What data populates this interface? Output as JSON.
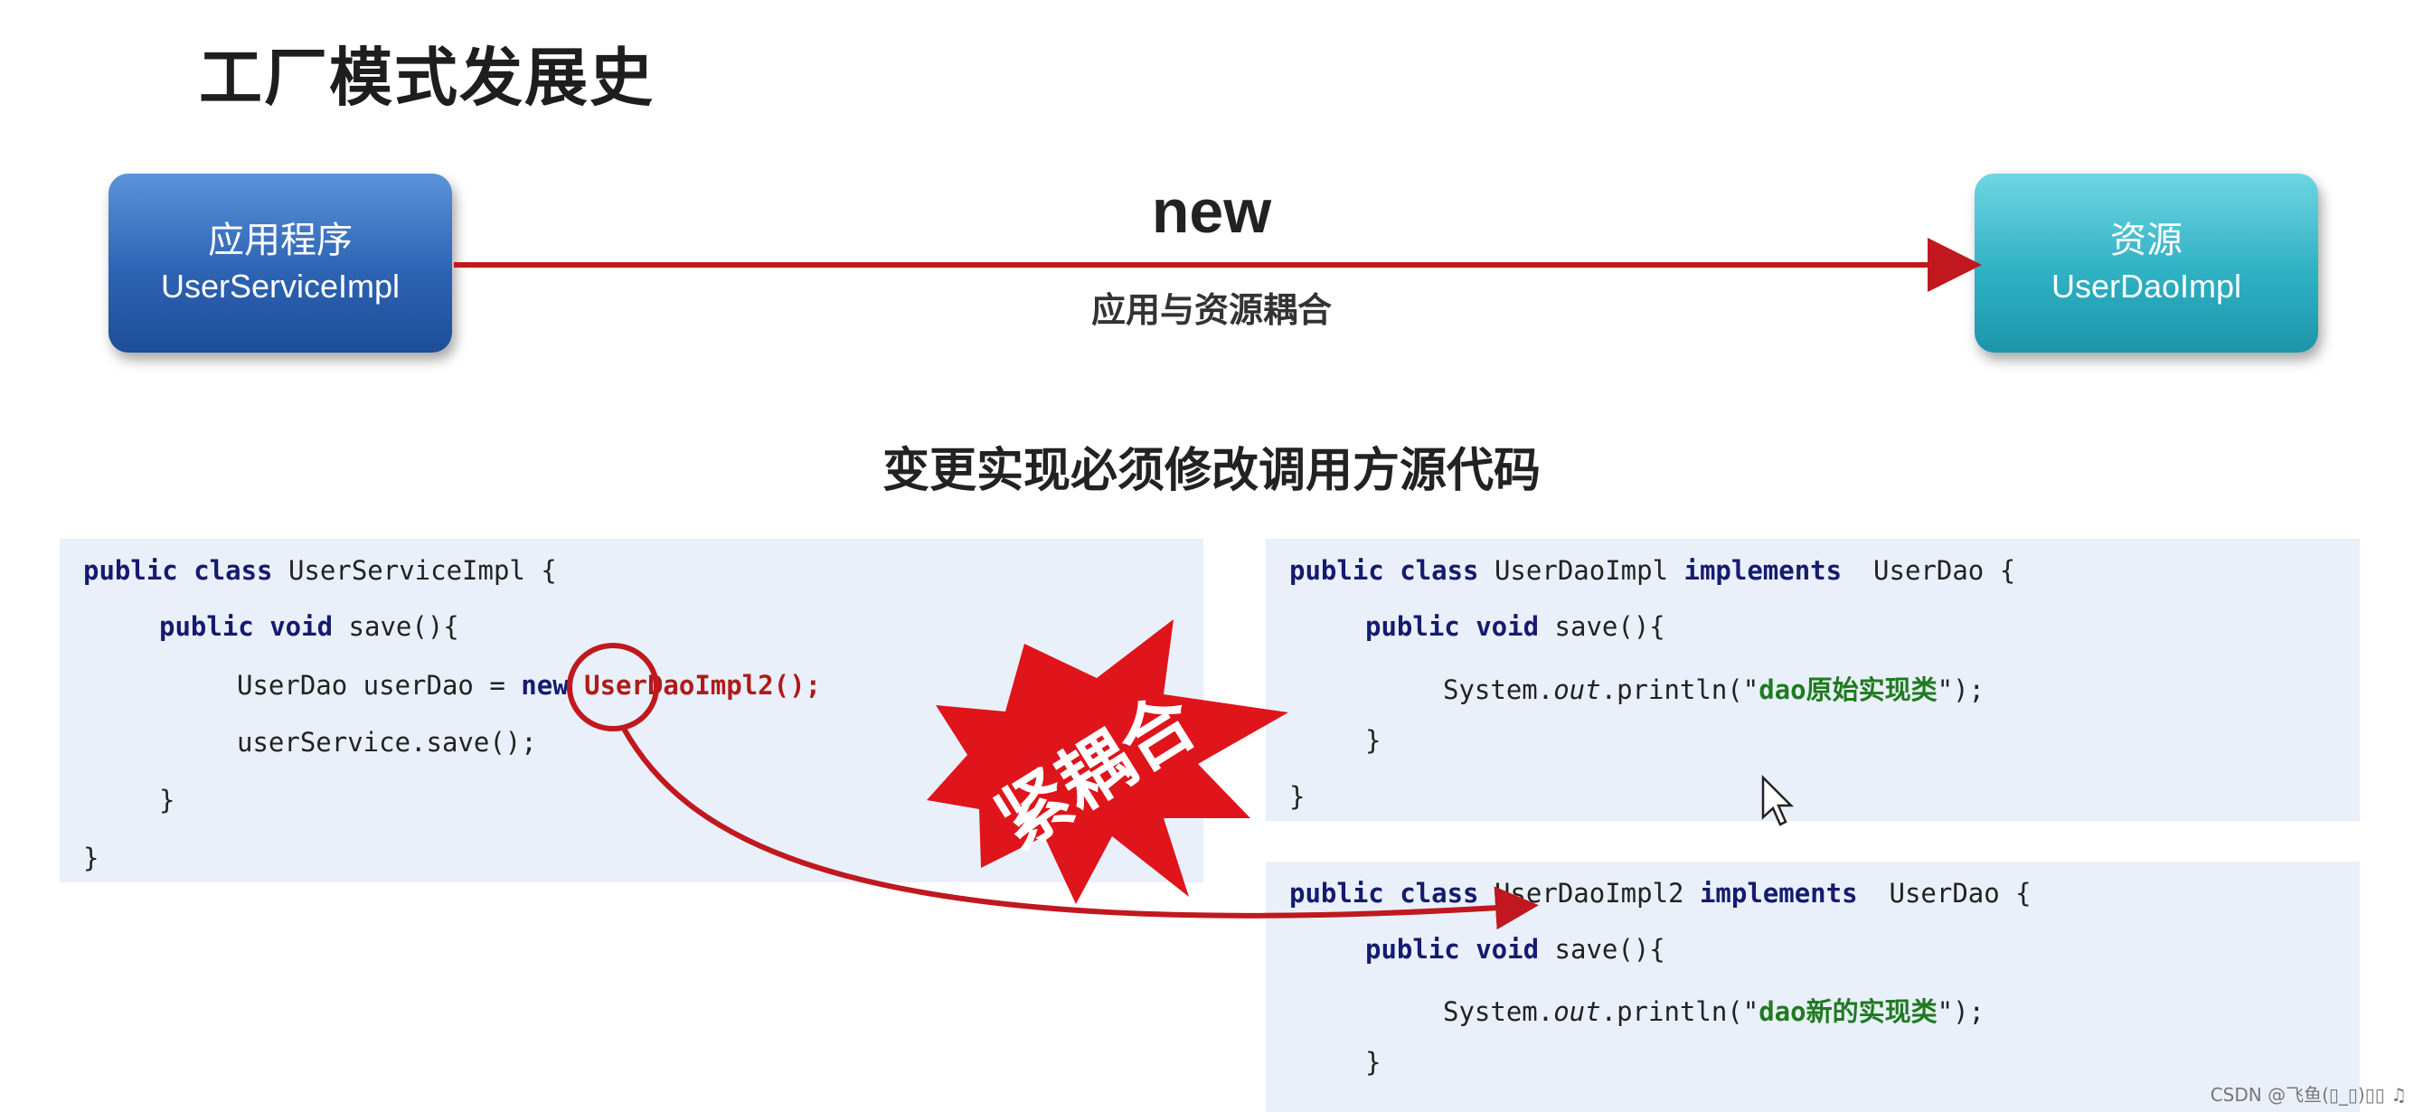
{
  "title": "工厂模式发展史",
  "app_box": {
    "line1": "应用程序",
    "line2": "UserServiceImpl"
  },
  "resource_box": {
    "line1": "资源",
    "line2": "UserDaoImpl"
  },
  "arrow": {
    "label": "new",
    "caption": "应用与资源耦合"
  },
  "subtitle": "变更实现必须修改调用方源代码",
  "burst_label": "紧耦合",
  "service_code": {
    "l1_kw": "public class",
    "l1_rest": " UserServiceImpl {",
    "l2_kw": "public void",
    "l2_rest": " save(){",
    "l3_pre": "UserDao userDao = ",
    "l3_new": "new",
    "l3_impl": " UserDaoImpl2();",
    "l4": "userService.save();",
    "l5": "}",
    "l6": "}"
  },
  "dao_impl_code": {
    "l1_kw": "public class",
    "l1_name": " UserDaoImpl ",
    "l1_impl": "implements",
    "l1_rest": "  UserDao {",
    "l2_kw": "public void",
    "l2_rest": " save(){",
    "l3_pre": "System.",
    "l3_out": "out",
    "l3_mid": ".println(\"",
    "l3_str": "dao原始实现类",
    "l3_end": "\");",
    "l4": "}",
    "l5": "}"
  },
  "dao_impl2_code": {
    "l1_kw": "public class",
    "l1_name": " UserDaoImpl2 ",
    "l1_impl": "implements",
    "l1_rest": "  UserDao {",
    "l2_kw": "public void",
    "l2_rest": " save(){",
    "l3_pre": "System.",
    "l3_out": "out",
    "l3_mid": ".println(\"",
    "l3_str": "dao新的实现类",
    "l3_end": "\");",
    "l4": "}"
  },
  "watermark": "CSDN @飞鱼(▯_▯)▯▯ ♫",
  "colors": {
    "arrow": "#c0181e",
    "app_box": "#2d63b3",
    "resource_box": "#2fb1c4",
    "burst": "#e0141b",
    "code_bg": "#e9f0fa"
  }
}
